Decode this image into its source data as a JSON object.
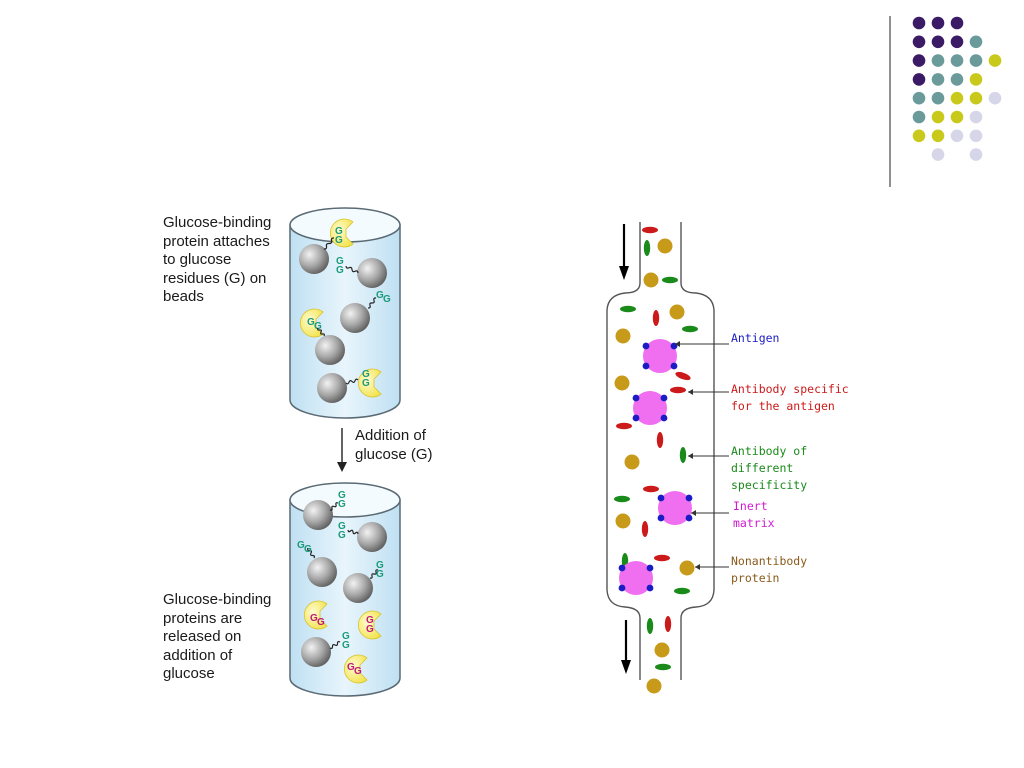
{
  "colors": {
    "purple": "#3b1a66",
    "teal": "#6b9a9a",
    "olive": "#c9c91c",
    "lavender": "#d6d6e8",
    "g_green": "#1a9a7a",
    "g_magenta": "#c0187a",
    "antigen": "#1c1cc4",
    "matrix": "#f06ef0",
    "red": "#cc1a1a",
    "green": "#1a8a1a",
    "gold": "#c89a1a",
    "brown": "#8a5a1a"
  },
  "left_panel": {
    "label_top": "Glucose-binding\nprotein attaches\nto glucose\nresidues (G) on\nbeads",
    "arrow_label": "Addition of\nglucose (G)",
    "label_bottom": "Glucose-binding\nproteins are\nreleased on\naddition of\nglucose",
    "g_letter": "G"
  },
  "right_panel": {
    "labels": {
      "antigen": "Antigen",
      "antibody_specific": "Antibody specific\nfor the antigen",
      "antibody_other": "Antibody of\ndifferent\nspecificity",
      "inert_matrix": "Inert\nmatrix",
      "nonantibody": "Nonantibody\nprotein"
    }
  }
}
